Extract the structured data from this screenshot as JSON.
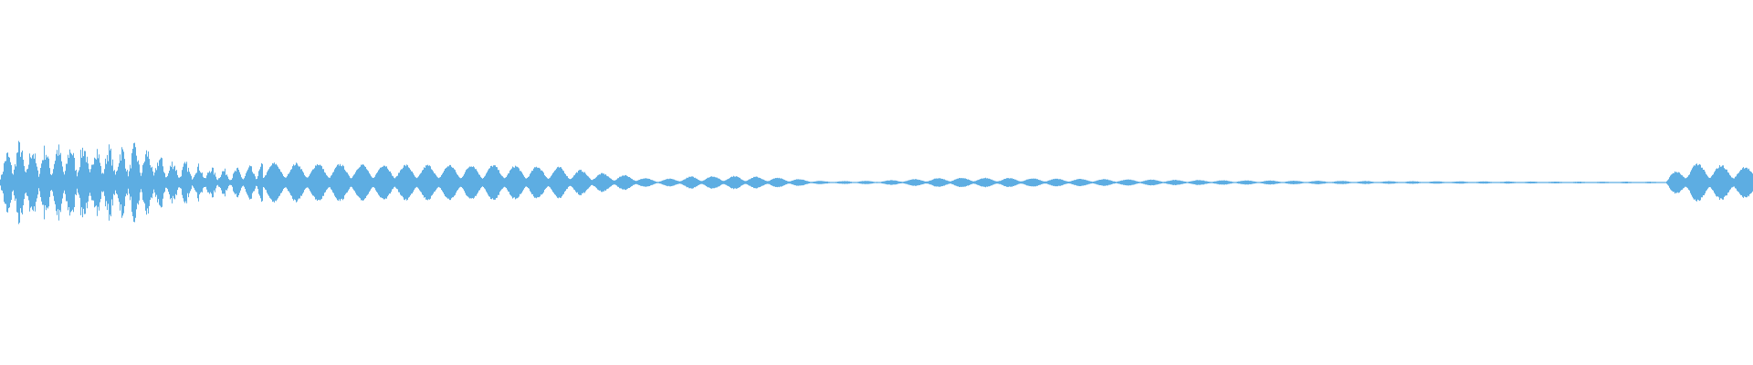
{
  "waveform": {
    "color": "#5dade2",
    "background": "#ffffff",
    "style": "mirrored amplitude envelope",
    "amplitude_profile": [
      {
        "t": 0.0,
        "a": 0.5
      },
      {
        "t": 0.008,
        "a": 1.0
      },
      {
        "t": 0.02,
        "a": 0.85
      },
      {
        "t": 0.035,
        "a": 0.9
      },
      {
        "t": 0.05,
        "a": 0.95
      },
      {
        "t": 0.065,
        "a": 0.85
      },
      {
        "t": 0.08,
        "a": 0.9
      },
      {
        "t": 0.095,
        "a": 0.55
      },
      {
        "t": 0.11,
        "a": 0.45
      },
      {
        "t": 0.13,
        "a": 0.3
      },
      {
        "t": 0.15,
        "a": 0.45
      },
      {
        "t": 0.2,
        "a": 0.42
      },
      {
        "t": 0.24,
        "a": 0.4
      },
      {
        "t": 0.28,
        "a": 0.4
      },
      {
        "t": 0.32,
        "a": 0.35
      },
      {
        "t": 0.345,
        "a": 0.2
      },
      {
        "t": 0.36,
        "a": 0.16
      },
      {
        "t": 0.375,
        "a": 0.06
      },
      {
        "t": 0.395,
        "a": 0.14
      },
      {
        "t": 0.42,
        "a": 0.15
      },
      {
        "t": 0.45,
        "a": 0.1
      },
      {
        "t": 0.47,
        "a": 0.03
      },
      {
        "t": 0.5,
        "a": 0.04
      },
      {
        "t": 0.54,
        "a": 0.11
      },
      {
        "t": 0.58,
        "a": 0.1
      },
      {
        "t": 0.62,
        "a": 0.08
      },
      {
        "t": 0.7,
        "a": 0.05
      },
      {
        "t": 0.8,
        "a": 0.03
      },
      {
        "t": 0.9,
        "a": 0.02
      },
      {
        "t": 0.95,
        "a": 0.02
      },
      {
        "t": 0.953,
        "a": 0.2
      },
      {
        "t": 0.965,
        "a": 0.45
      },
      {
        "t": 0.98,
        "a": 0.4
      },
      {
        "t": 1.0,
        "a": 0.35
      }
    ]
  }
}
